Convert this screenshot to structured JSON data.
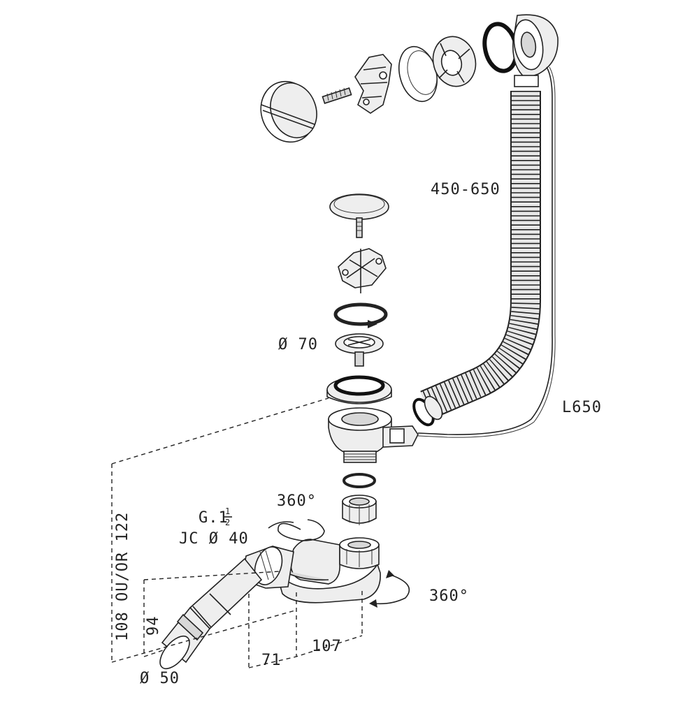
{
  "labels": {
    "hose_length": "450-650",
    "cable_length": "L650",
    "strainer_diameter": "Ø 70",
    "rotation_top": "360°",
    "rotation_side": "360°",
    "thread_prefix": "G.1",
    "thread_fraction_num": "1",
    "thread_fraction_den": "2",
    "jc_diameter": "JC Ø 40",
    "height_range": "108 OU/OR 122",
    "height_trap": "94",
    "width_a": "71",
    "width_b": "107",
    "outlet_diameter": "Ø 50"
  },
  "colors": {
    "line": "#222222",
    "fill": "#ffffff",
    "shade": "#e6e6e6"
  }
}
